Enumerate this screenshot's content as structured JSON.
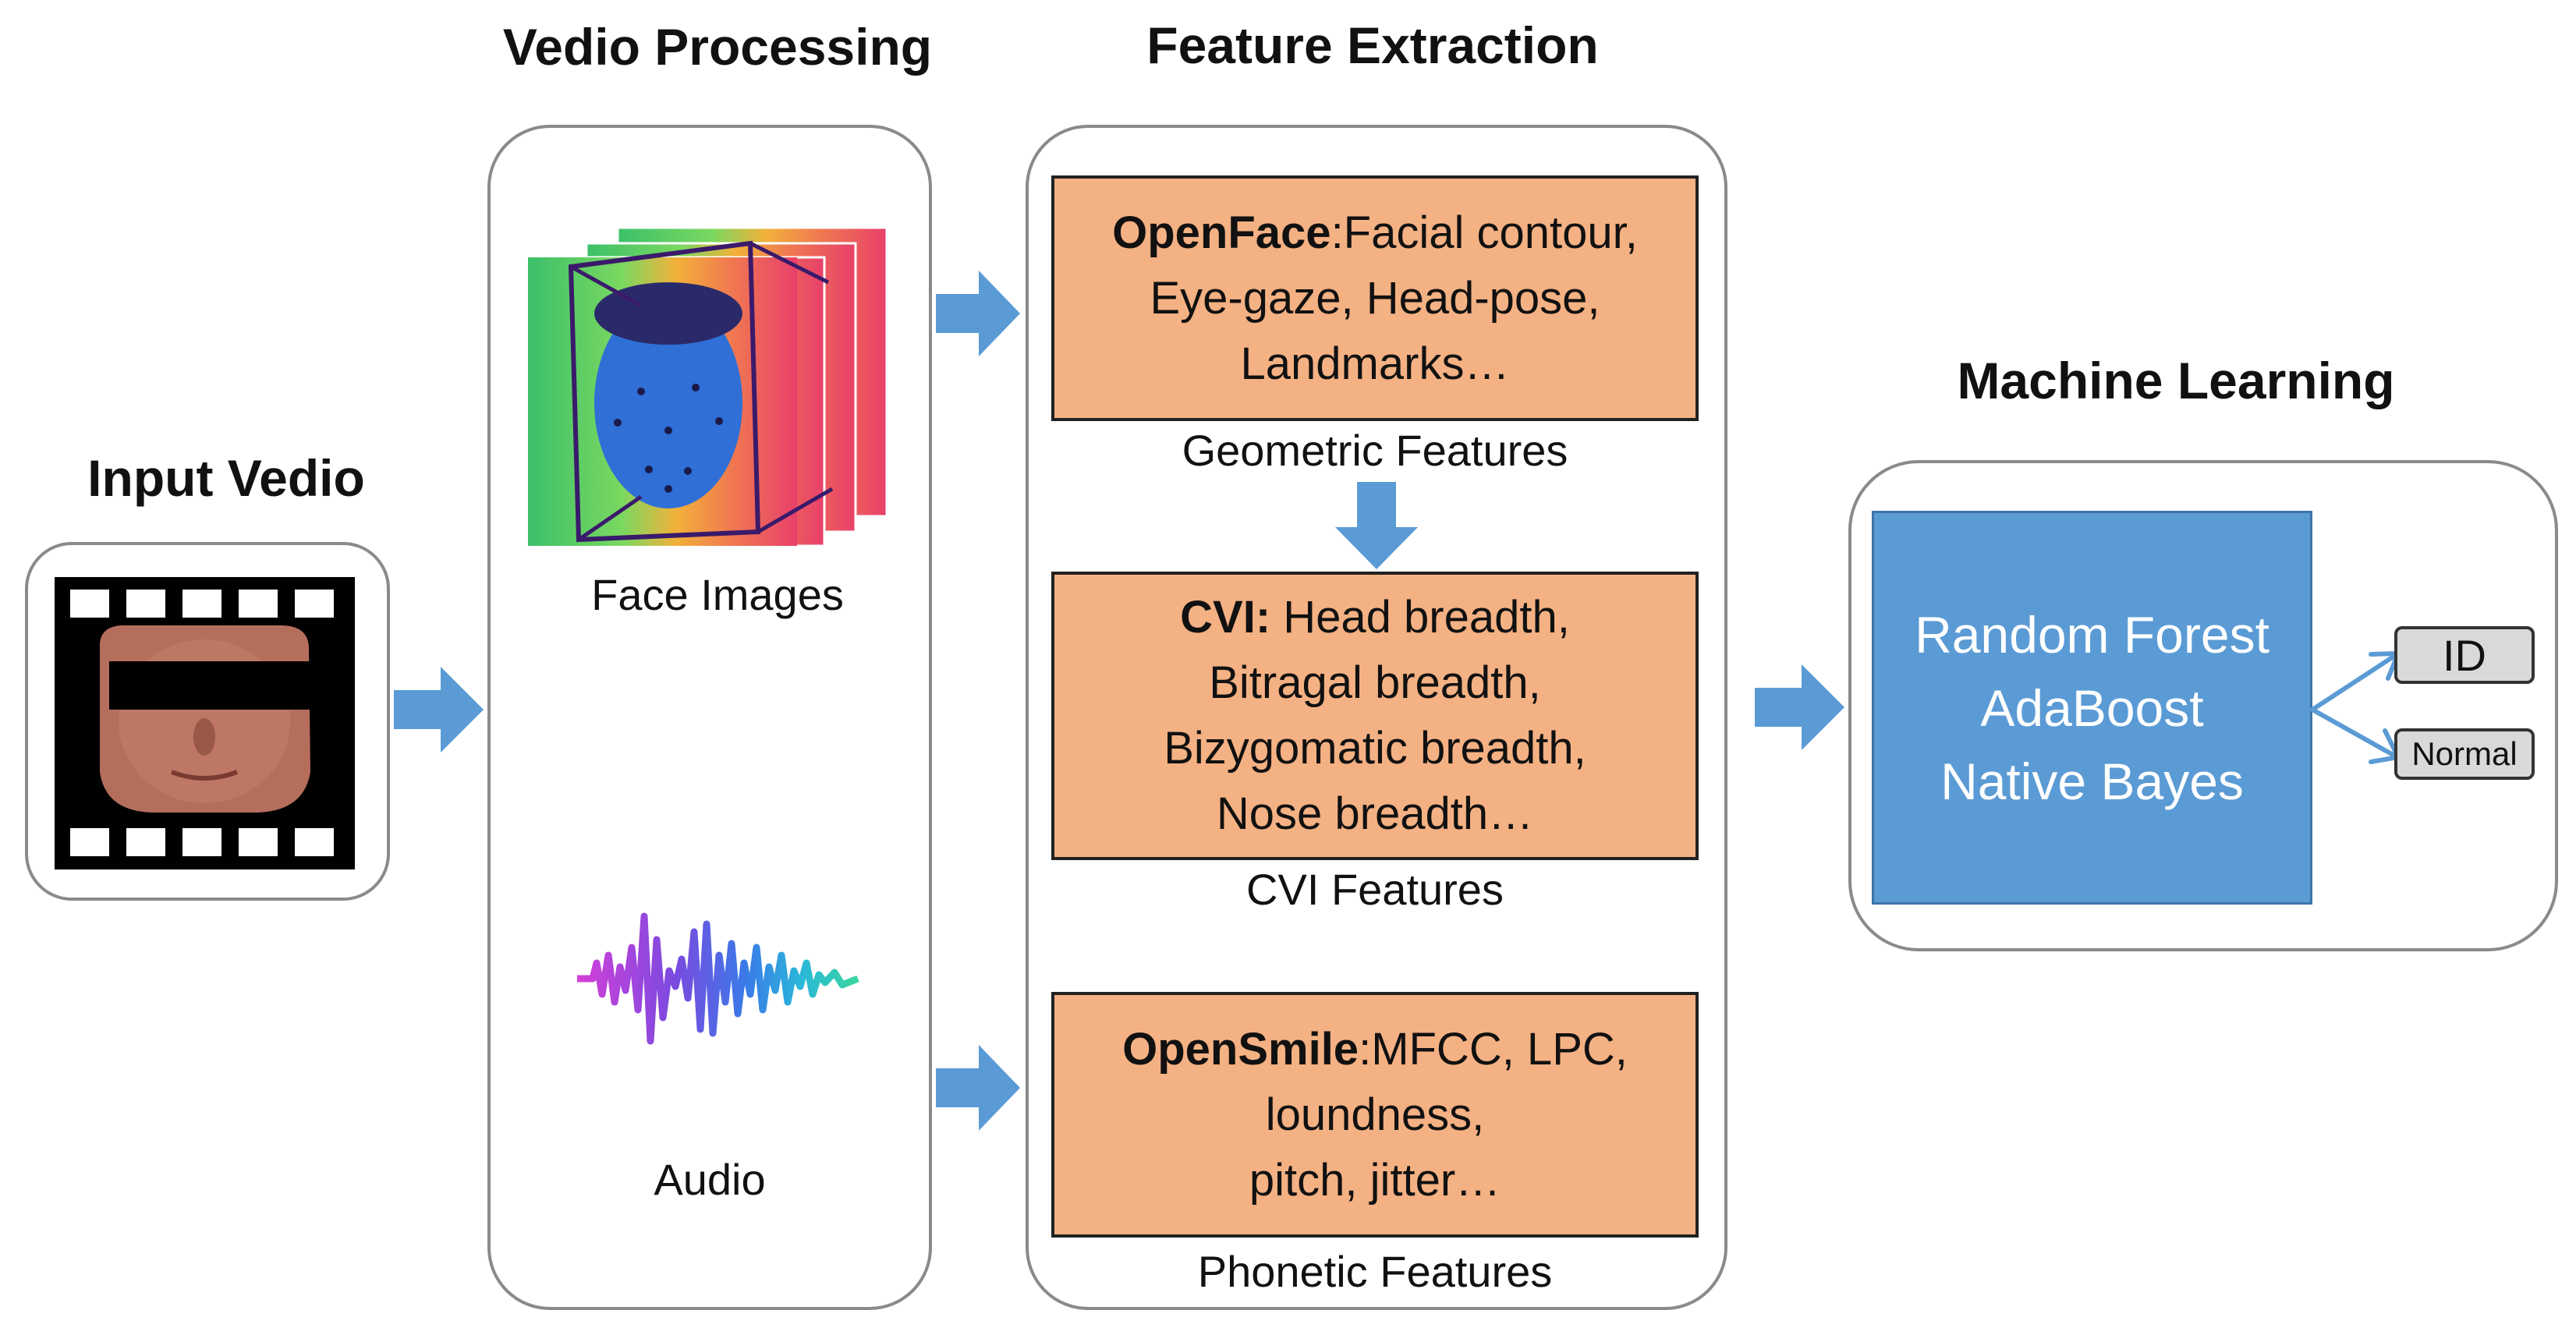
{
  "headings": {
    "input": "Input Vedio",
    "vedio_processing": "Vedio Processing",
    "feature_extraction": "Feature Extraction",
    "machine_learning": "Machine Learning"
  },
  "vedio_processing": {
    "face_caption": "Face Images",
    "audio_caption": "Audio"
  },
  "feature_boxes": {
    "openface": {
      "bold": "OpenFace",
      "rest": ":Facial contour,",
      "line2": "Eye-gaze, Head-pose,",
      "line3": "Landmarks…",
      "caption": "Geometric Features"
    },
    "cvi": {
      "bold": "CVI:",
      "rest": " Head breadth,",
      "line2": "Bitragal breadth,",
      "line3": "Bizygomatic breadth,",
      "line4": "Nose breadth…",
      "caption": "CVI Features"
    },
    "opensmile": {
      "bold": "OpenSmile",
      "rest": ":MFCC, LPC,",
      "line2": "loundness,",
      "line3": "pitch, jitter…",
      "caption": "Phonetic Features"
    }
  },
  "machine_learning": {
    "models": [
      "Random Forest",
      "AdaBoost",
      "Native Bayes"
    ],
    "outputs": [
      "ID",
      "Normal"
    ]
  },
  "colors": {
    "feature_box": "#F4B183",
    "model_box": "#5B9BD5",
    "arrow": "#5B9BD5",
    "output_tag": "#D9D9D9"
  }
}
